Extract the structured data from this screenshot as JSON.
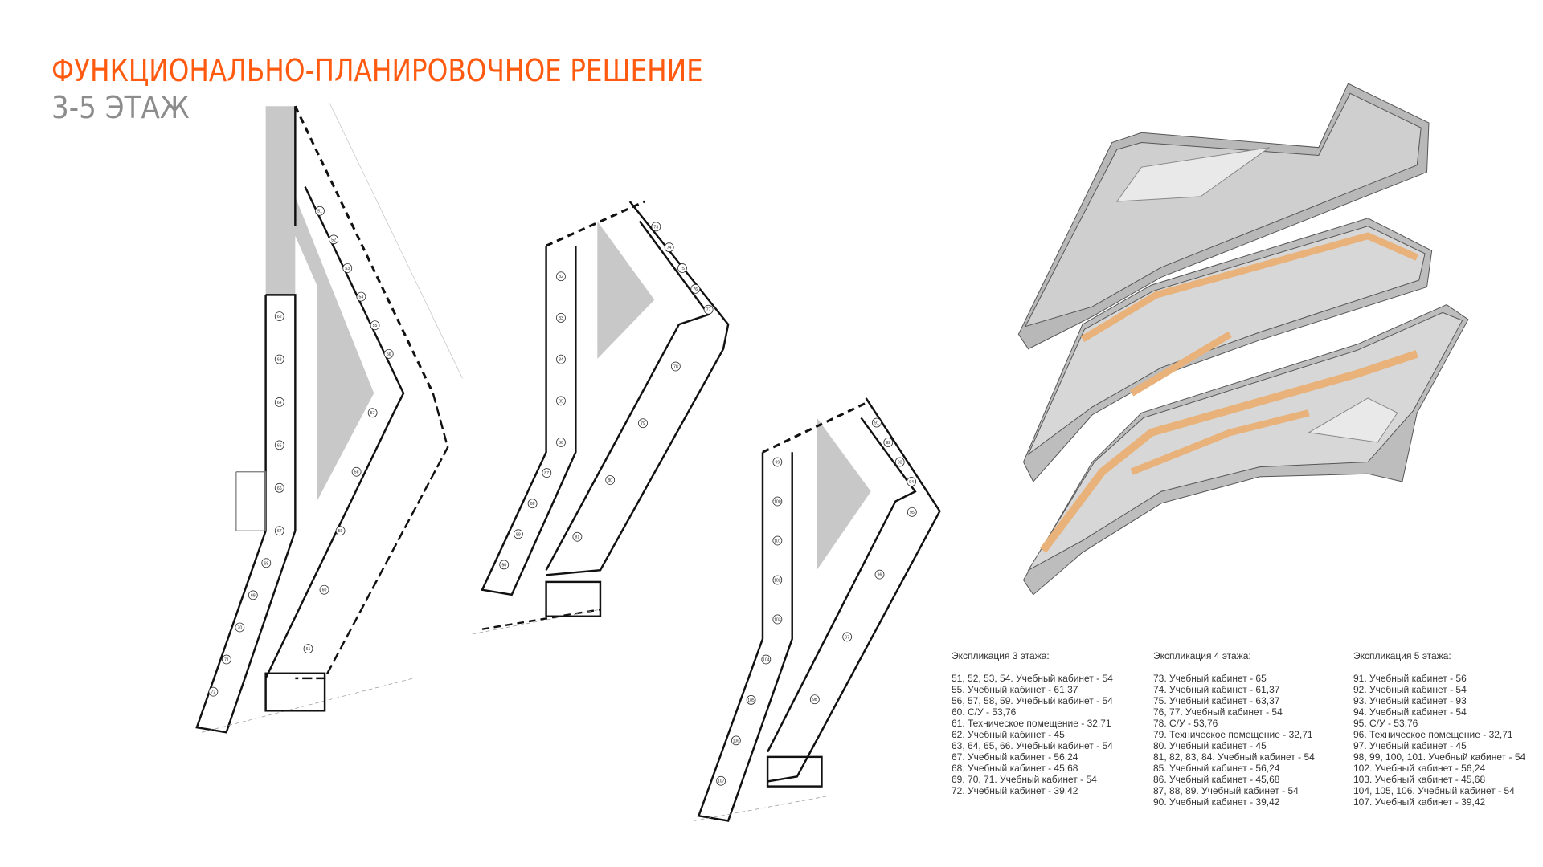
{
  "header": {
    "title": "ФУНКЦИОНАЛЬНО-ПЛАНИРОВОЧНОЕ РЕШЕНИЕ",
    "subtitle": "3-5 ЭТАЖ"
  },
  "colors": {
    "accent": "#ff5a0f",
    "subtitle": "#8c8c8c",
    "wall": "#111111",
    "fill": "#c8c8c8",
    "timber": "#e8b27a"
  },
  "plans": [
    {
      "floor": "3",
      "rooms": [
        "51",
        "52",
        "53",
        "54",
        "55",
        "56",
        "57",
        "58",
        "59",
        "60",
        "61",
        "62",
        "63",
        "64",
        "65",
        "66",
        "67",
        "68",
        "69",
        "70",
        "71",
        "72"
      ]
    },
    {
      "floor": "4",
      "rooms": [
        "73",
        "74",
        "75",
        "76",
        "77",
        "78",
        "79",
        "80",
        "81",
        "82",
        "83",
        "84",
        "85",
        "86",
        "87",
        "88",
        "89",
        "90"
      ]
    },
    {
      "floor": "5",
      "rooms": [
        "91",
        "92",
        "93",
        "94",
        "95",
        "96",
        "97",
        "98",
        "99",
        "100",
        "101",
        "102",
        "103",
        "104",
        "105",
        "106",
        "107"
      ]
    }
  ],
  "legends": [
    {
      "heading": "Экспликация 3 этажа:",
      "items": [
        "51, 52, 53, 54. Учебный кабинет - 54",
        "55. Учебный кабинет - 61,37",
        "56, 57, 58, 59. Учебный кабинет - 54",
        "60. С/У - 53,76",
        "61. Техническое помещение - 32,71",
        "62. Учебный кабинет - 45",
        "63, 64, 65, 66. Учебный кабинет - 54",
        "67. Учебный кабинет - 56,24",
        "68. Учебный кабинет - 45,68",
        "69, 70, 71. Учебный кабинет - 54",
        "72. Учебный кабинет - 39,42"
      ]
    },
    {
      "heading": "Экспликация 4 этажа:",
      "items": [
        "73. Учебный кабинет - 65",
        "74. Учебный кабинет - 61,37",
        "75. Учебный кабинет - 63,37",
        "76, 77. Учебный кабинет - 54",
        "78. С/У - 53,76",
        "79. Техническое помещение - 32,71",
        "80. Учебный кабинет - 45",
        "81, 82, 83, 84. Учебный кабинет - 54",
        "85. Учебный кабинет - 56,24",
        "86. Учебный кабинет - 45,68",
        "87, 88, 89. Учебный кабинет - 54",
        "90. Учебный кабинет - 39,42"
      ]
    },
    {
      "heading": "Экспликация 5 этажа:",
      "items": [
        "91. Учебный кабинет - 56",
        "92. Учебный кабинет - 54",
        "93. Учебный кабинет - 93",
        "94. Учебный кабинет - 54",
        "95. С/У - 53,76",
        "96. Техническое помещение - 32,71",
        "97. Учебный кабинет - 45",
        "98, 99, 100, 101. Учебный кабинет - 54",
        "102. Учебный кабинет - 56,24",
        "103. Учебный кабинет - 45,68",
        "104, 105, 106. Учебный кабинет - 54",
        "107. Учебный кабинет - 39,42"
      ]
    }
  ]
}
